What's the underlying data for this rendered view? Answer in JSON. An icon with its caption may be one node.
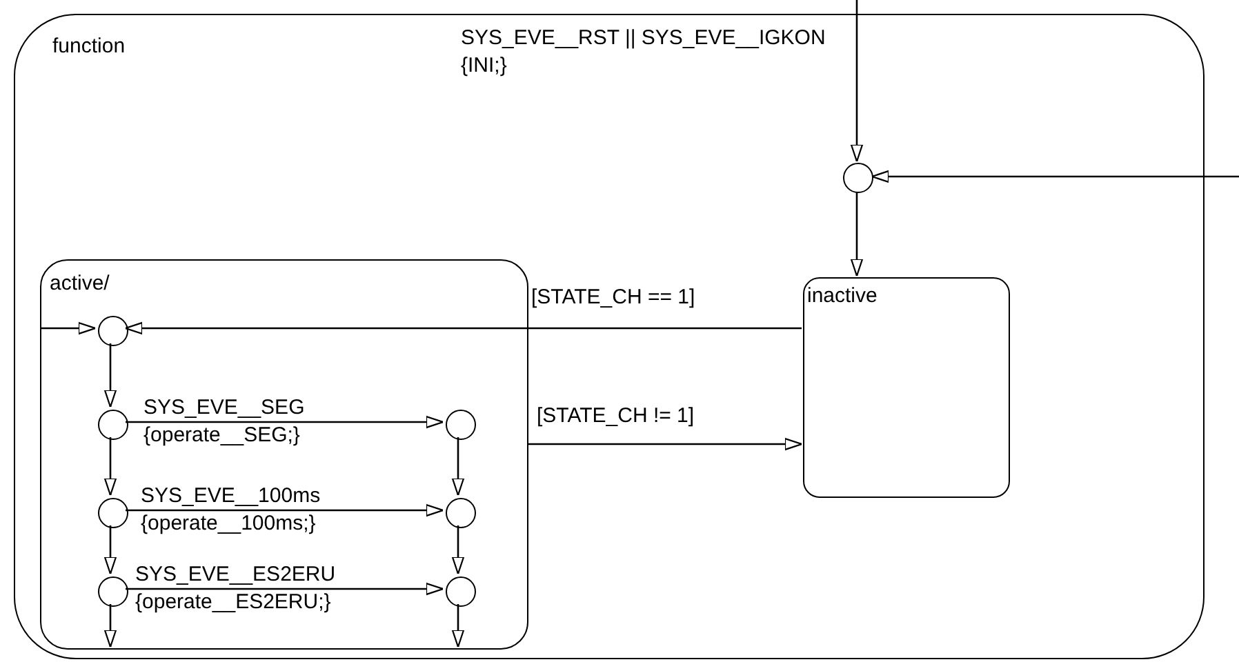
{
  "diagram": {
    "nodes": [
      {
        "text": [
          "function"
        ]
      },
      {
        "text": [],
        "shape": "circle",
        "in": 0
      },
      {
        "text": [
          "inactive"
        ],
        "in": 0
      },
      {
        "text": [
          "active/"
        ],
        "in": 0
      },
      {
        "text": [],
        "shape": "circle",
        "in": 3
      },
      {
        "text": [],
        "shape": "circle",
        "in": 3
      },
      {
        "text": [],
        "shape": "circle",
        "in": 3
      },
      {
        "text": [],
        "shape": "circle",
        "in": 3
      },
      {
        "text": [],
        "shape": "circle",
        "in": 3
      },
      {
        "text": [],
        "shape": "circle",
        "in": 3
      },
      {
        "text": [],
        "shape": "circle",
        "in": 3
      }
    ],
    "edges": [
      {
        "from": null,
        "to": 1,
        "arrow": "to",
        "label": "SYS_EVE__RST || SYS_EVE__IGKON {INI;}"
      },
      {
        "from": null,
        "to": 1,
        "arrow": "to"
      },
      {
        "from": 1,
        "to": 2,
        "arrow": "to"
      },
      {
        "from": 2,
        "to": 4,
        "arrow": "to",
        "label": "[STATE_CH == 1]"
      },
      {
        "from": 3,
        "to": 2,
        "arrow": "to",
        "label": "[STATE_CH != 1]"
      },
      {
        "from": null,
        "to": 4,
        "arrow": "to"
      },
      {
        "from": 4,
        "to": 5,
        "arrow": "to"
      },
      {
        "from": 5,
        "to": 6,
        "arrow": "to",
        "label": "SYS_EVE__SEG {operate__SEG;}"
      },
      {
        "from": 5,
        "to": 7,
        "arrow": "to"
      },
      {
        "from": 6,
        "to": 8,
        "arrow": "to"
      },
      {
        "from": 7,
        "to": 8,
        "arrow": "to",
        "label": "SYS_EVE__100ms {operate__100ms;}"
      },
      {
        "from": 7,
        "to": 9,
        "arrow": "to"
      },
      {
        "from": 8,
        "to": 10,
        "arrow": "to"
      },
      {
        "from": 9,
        "to": 10,
        "arrow": "to",
        "label": "SYS_EVE__ES2ERU {operate__ES2ERU;}"
      },
      {
        "from": 9,
        "to": null,
        "arrow": "to"
      },
      {
        "from": 10,
        "to": null,
        "arrow": "to"
      }
    ]
  }
}
